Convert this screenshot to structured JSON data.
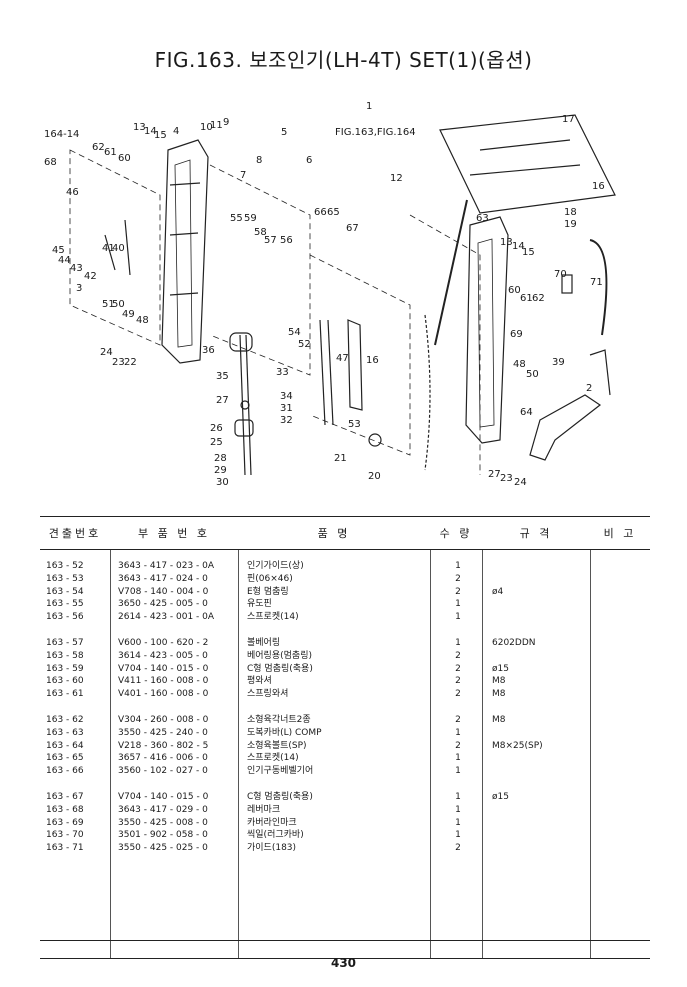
{
  "title": "FIG.163. 보조인기(LH-4T) SET(1)(옵션)",
  "diagram": {
    "callouts": [
      "164-14",
      "13",
      "14",
      "15",
      "4",
      "10",
      "11",
      "9",
      "68",
      "62",
      "61",
      "60",
      "7",
      "8",
      "46",
      "5",
      "6",
      "12",
      "17",
      "16",
      "18",
      "19",
      "55",
      "59",
      "58",
      "57",
      "56",
      "66",
      "65",
      "67",
      "63",
      "45",
      "44",
      "43",
      "42",
      "3",
      "41",
      "40",
      "51",
      "50",
      "49",
      "48",
      "1",
      "FIG.163,FIG.164",
      "13",
      "14",
      "15",
      "70",
      "71",
      "60",
      "61",
      "62",
      "69",
      "24",
      "23",
      "22",
      "36",
      "54",
      "52",
      "47",
      "39",
      "35",
      "33",
      "34",
      "31",
      "32",
      "16",
      "48",
      "50",
      "27",
      "26",
      "25",
      "2",
      "64",
      "53",
      "28",
      "29",
      "30",
      "21",
      "20",
      "27",
      "23",
      "24"
    ]
  },
  "table": {
    "headers": {
      "ref": "견출번호",
      "part_no": "부 품 번 호",
      "desc": "품 명",
      "qty": "수 량",
      "spec": "규 격",
      "remarks": "비 고"
    },
    "rows": [
      {
        "ref": "163 - 52",
        "part_no": "3643 - 417 - 023 - 0A",
        "desc": "인기가이드(상)",
        "qty": "1",
        "spec": ""
      },
      {
        "ref": "163 - 53",
        "part_no": "3643 - 417 - 024 - 0",
        "desc": "핀(06×46)",
        "qty": "2",
        "spec": ""
      },
      {
        "ref": "163 - 54",
        "part_no": "V708 - 140 - 004 - 0",
        "desc": "E형 멈춤링",
        "qty": "2",
        "spec": "ø4"
      },
      {
        "ref": "163 - 55",
        "part_no": "3650 - 425 - 005 - 0",
        "desc": "유도핀",
        "qty": "1",
        "spec": ""
      },
      {
        "ref": "163 - 56",
        "part_no": "2614 - 423 - 001 - 0A",
        "desc": "스프로켓(14)",
        "qty": "1",
        "spec": ""
      },
      {
        "ref": "163 - 57",
        "part_no": "V600 - 100 - 620 - 2",
        "desc": "볼베어링",
        "qty": "1",
        "spec": "6202DDN"
      },
      {
        "ref": "163 - 58",
        "part_no": "3614 - 423 - 005 - 0",
        "desc": "베어링용(멈춤링)",
        "qty": "2",
        "spec": ""
      },
      {
        "ref": "163 - 59",
        "part_no": "V704 - 140 - 015 - 0",
        "desc": "C형 멈춤링(축용)",
        "qty": "2",
        "spec": "ø15"
      },
      {
        "ref": "163 - 60",
        "part_no": "V411 - 160 - 008 - 0",
        "desc": "평와셔",
        "qty": "2",
        "spec": "M8"
      },
      {
        "ref": "163 - 61",
        "part_no": "V401 - 160 - 008 - 0",
        "desc": "스프링와셔",
        "qty": "2",
        "spec": "M8"
      },
      {
        "ref": "163 - 62",
        "part_no": "V304 - 260 - 008 - 0",
        "desc": "소형육각너트2종",
        "qty": "2",
        "spec": "M8"
      },
      {
        "ref": "163 - 63",
        "part_no": "3550 - 425 - 240 - 0",
        "desc": "도복카바(L) COMP",
        "qty": "1",
        "spec": ""
      },
      {
        "ref": "163 - 64",
        "part_no": "V218 - 360 - 802 - 5",
        "desc": "소형육볼트(SP)",
        "qty": "2",
        "spec": "M8×25(SP)"
      },
      {
        "ref": "163 - 65",
        "part_no": "3657 - 416 - 006 - 0",
        "desc": "스프로켓(14)",
        "qty": "1",
        "spec": ""
      },
      {
        "ref": "163 - 66",
        "part_no": "3560 - 102 - 027 - 0",
        "desc": "인기구동베벨기어",
        "qty": "1",
        "spec": ""
      },
      {
        "ref": "163 - 67",
        "part_no": "V704 - 140 - 015 - 0",
        "desc": "C형 멈춤링(축용)",
        "qty": "1",
        "spec": "ø15"
      },
      {
        "ref": "163 - 68",
        "part_no": "3643 - 417 - 029 - 0",
        "desc": "레버마크",
        "qty": "1",
        "spec": ""
      },
      {
        "ref": "163 - 69",
        "part_no": "3550 - 425 - 008 - 0",
        "desc": "카버라인마크",
        "qty": "1",
        "spec": ""
      },
      {
        "ref": "163 - 70",
        "part_no": "3501 - 902 - 058 - 0",
        "desc": "씩일(러그카바)",
        "qty": "1",
        "spec": ""
      },
      {
        "ref": "163 - 71",
        "part_no": "3550 - 425 - 025 - 0",
        "desc": "가이드(183)",
        "qty": "2",
        "spec": ""
      }
    ]
  },
  "page_number": "430"
}
